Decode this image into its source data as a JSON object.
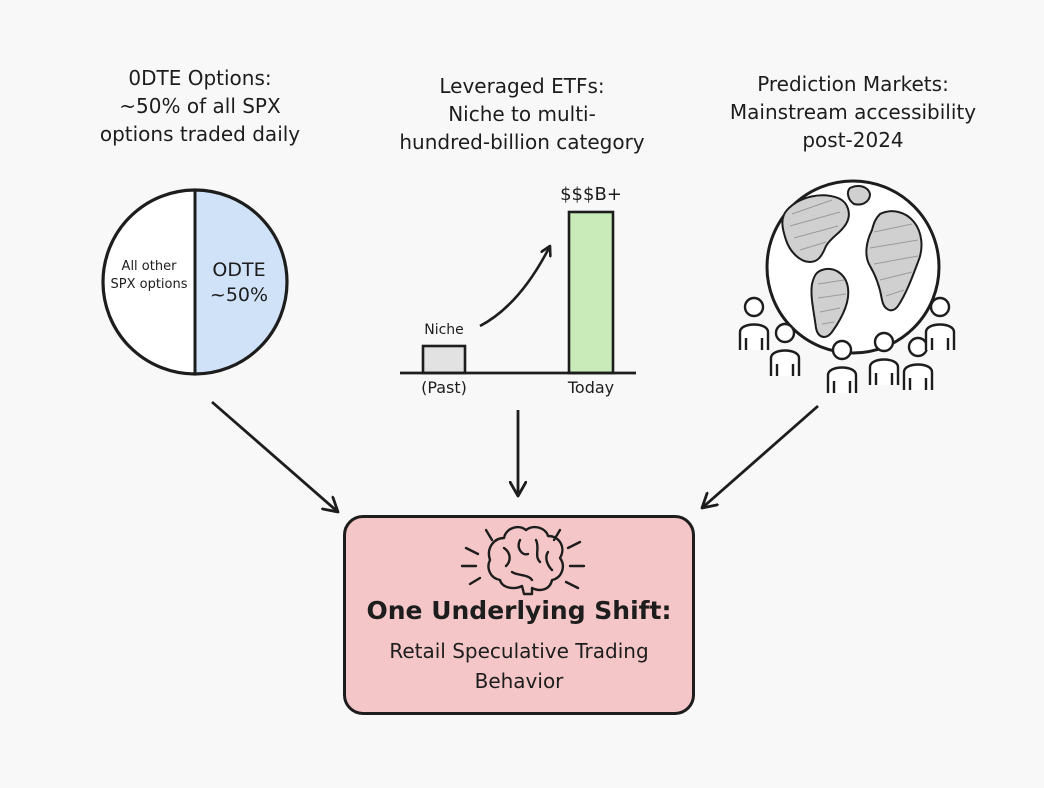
{
  "panels": {
    "odte": {
      "caption": [
        "0DTE Options:",
        "~50% of all SPX",
        "options traded daily"
      ],
      "pie": {
        "other_label": [
          "All other",
          "SPX options"
        ],
        "odte_label": [
          "ODTE",
          "~50%"
        ],
        "odte_share": 0.5,
        "colors": {
          "odte": "#cfe2f7",
          "other": "#ffffff"
        }
      }
    },
    "etfs": {
      "caption": [
        "Leveraged ETFs:",
        "Niche to multi-",
        "hundred-billion category"
      ],
      "bars": {
        "past_label": "(Past)",
        "past_value_label": "Niche",
        "today_label": "Today",
        "today_value_label": "$$$B+",
        "colors": {
          "past": "#e2e2e2",
          "today": "#c8ebb9"
        }
      }
    },
    "prediction": {
      "caption": [
        "Prediction Markets:",
        "Mainstream accessibility",
        "post-2024"
      ],
      "icon": "globe-with-people-icon"
    }
  },
  "result": {
    "icon": "brain-icon",
    "title": "One Underlying Shift:",
    "subtitle": [
      "Retail Speculative Trading",
      "Behavior"
    ],
    "color": "#f4c6c8"
  }
}
